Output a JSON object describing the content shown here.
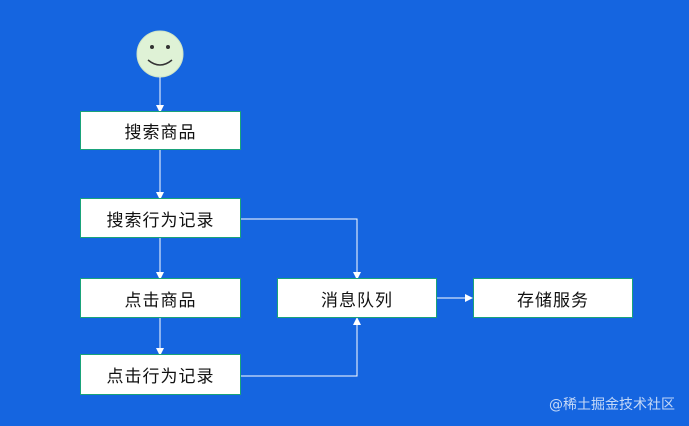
{
  "diagram": {
    "nodes": {
      "search_products": "搜索商品",
      "search_behavior_log": "搜索行为记录",
      "click_products": "点击商品",
      "click_behavior_log": "点击行为记录",
      "message_queue": "消息队列",
      "storage_service": "存储服务"
    },
    "start_icon": "smiley-face-icon"
  },
  "watermark": "@稀土掘金技术社区",
  "colors": {
    "background": "#1565e0",
    "node_fill": "#ffffff",
    "node_border": "#1aa37a",
    "connector": "#ffffff",
    "start_fill": "#dff2d6"
  }
}
